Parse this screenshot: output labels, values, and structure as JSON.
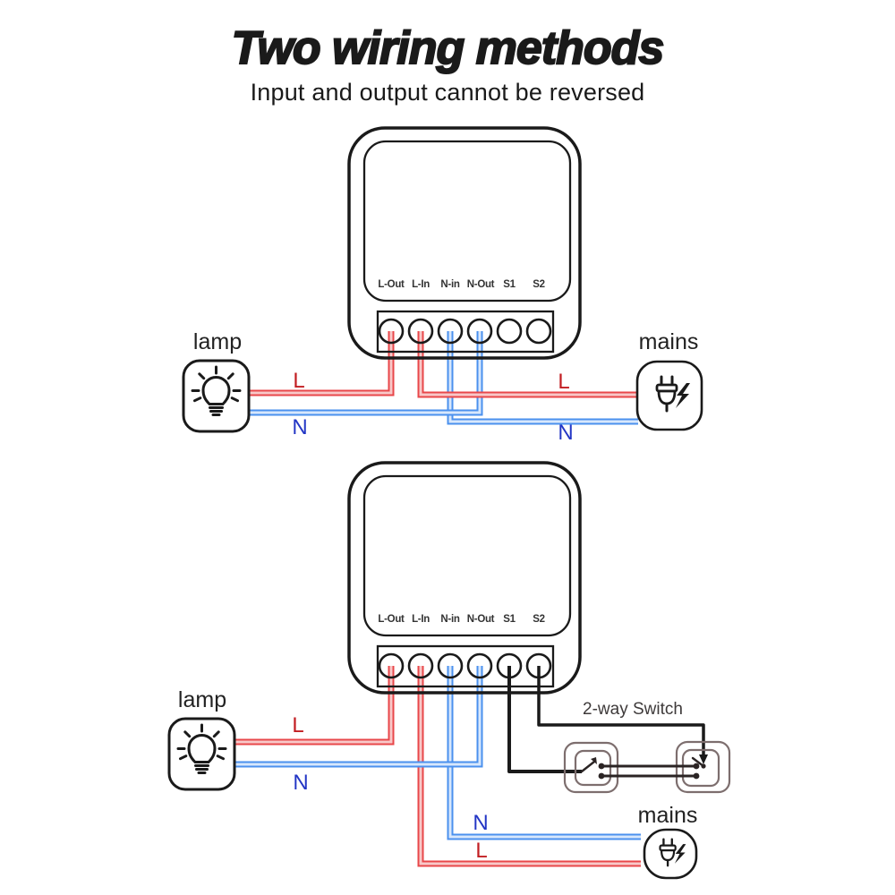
{
  "header": {
    "title": "Two wiring methods",
    "subtitle": "Input and output cannot be reversed"
  },
  "device": {
    "terminals": [
      "L-Out",
      "L-In",
      "N-in",
      "N-Out",
      "S1",
      "S2"
    ]
  },
  "diagram1": {
    "lamp_label": "lamp",
    "mains_label": "mains",
    "lamp_live": "L",
    "lamp_neutral": "N",
    "mains_live": "L",
    "mains_neutral": "N"
  },
  "diagram2": {
    "lamp_label": "lamp",
    "mains_label": "mains",
    "switch_label": "2-way Switch",
    "lamp_live": "L",
    "lamp_neutral": "N",
    "mains_live": "L",
    "mains_neutral": "N"
  },
  "colors": {
    "live": "#e8474a",
    "live_core": "#f8c8c8",
    "neutral": "#4b91ee",
    "neutral_core": "#d7e7fc",
    "live_text": "#c21e22",
    "neutral_text": "#2336c5",
    "line_black": "#1a1a1a",
    "switch_box": "#7d6e6e"
  }
}
